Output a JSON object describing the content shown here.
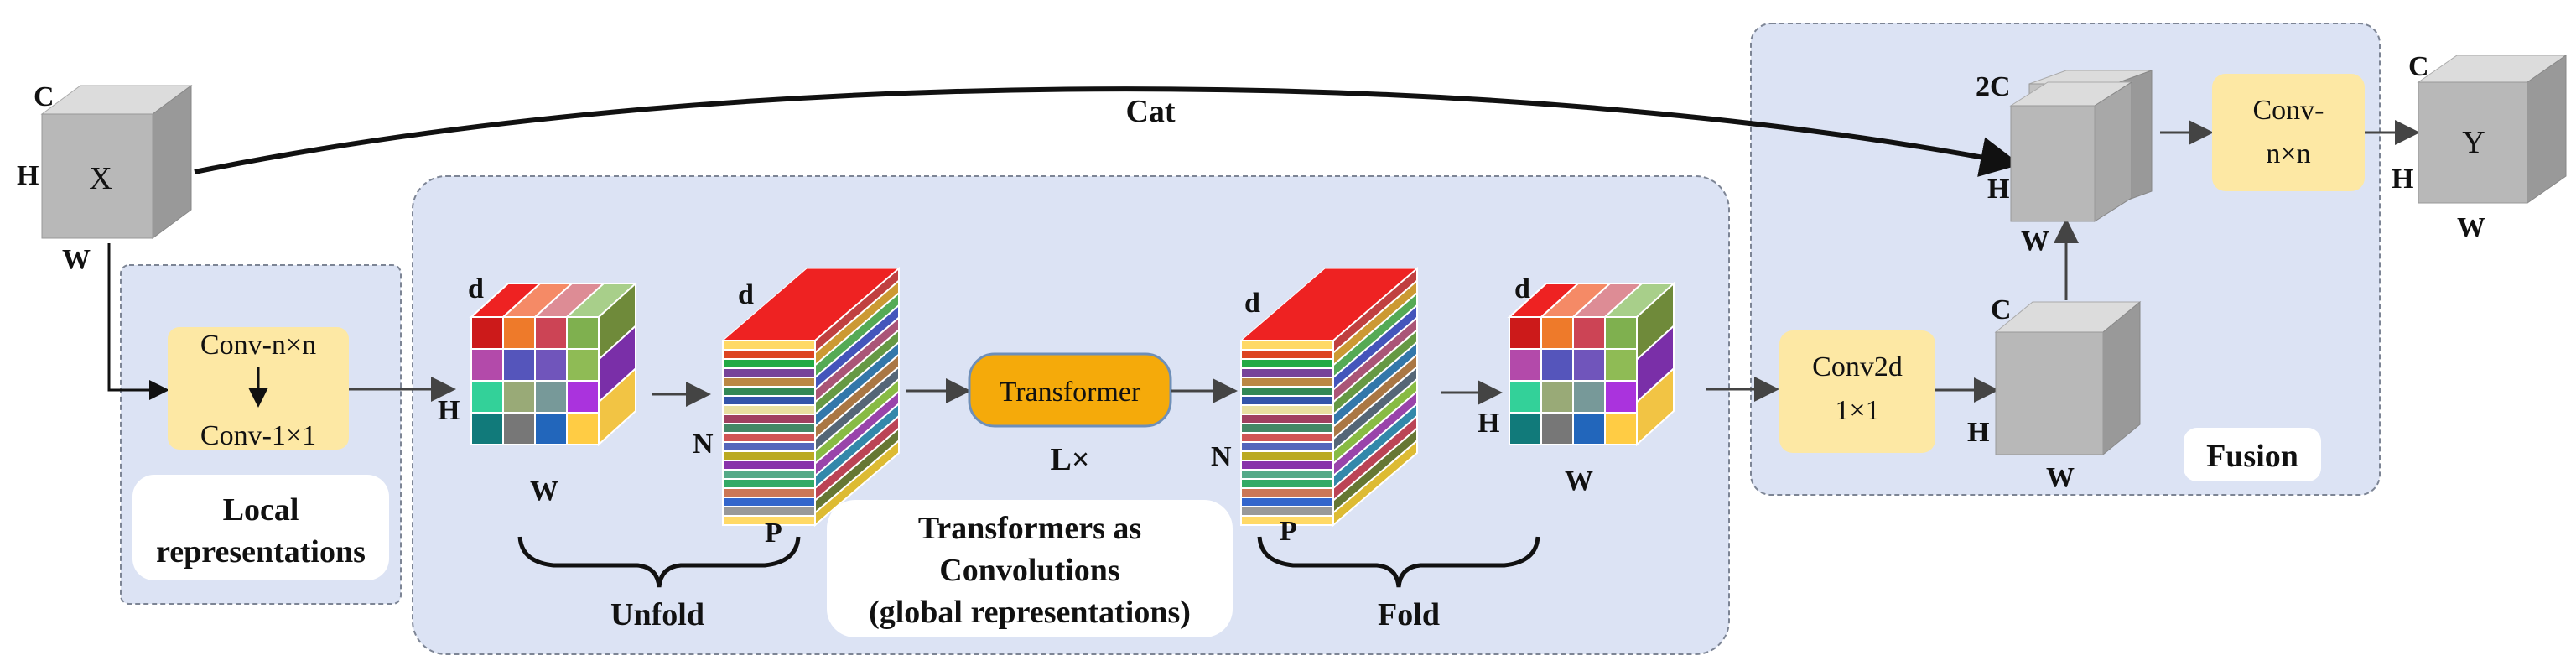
{
  "input": {
    "label": "X",
    "c": "C",
    "h": "H",
    "w": "W"
  },
  "cat_label": "Cat",
  "local": {
    "conv_top": "Conv-n×n",
    "conv_bottom": "Conv-1×1",
    "caption_line1": "Local",
    "caption_line2": "representations"
  },
  "unfold_in": {
    "d": "d",
    "h": "H",
    "w": "W"
  },
  "unfold_out": {
    "d": "d",
    "n": "N",
    "p": "P"
  },
  "unfold_label": "Unfold",
  "transformer": {
    "label": "Transformer",
    "repeat": "L×"
  },
  "global_caption": {
    "line1": "Transformers as",
    "line2": "Convolutions",
    "line3": "(global representations)"
  },
  "fold_in": {
    "d": "d",
    "n": "N",
    "p": "P"
  },
  "fold_out": {
    "d": "d",
    "h": "H",
    "w": "W"
  },
  "fold_label": "Fold",
  "fusion": {
    "conv2d_line1": "Conv2d",
    "conv2d_line2": "1×1",
    "mid": {
      "c": "C",
      "h": "H",
      "w": "W"
    },
    "concat": {
      "c": "2C",
      "h": "H",
      "w": "W"
    },
    "convnn_line1": "Conv-",
    "convnn_line2": "n×n",
    "caption": "Fusion"
  },
  "output": {
    "label": "Y",
    "c": "C",
    "h": "H",
    "w": "W"
  },
  "colors": {
    "panel_fill": "#dce3f4",
    "panel_stroke": "#7d8595",
    "conv_box": "#fde8a4",
    "transformer_box": "#f5aa0a",
    "cube_front": "#b8b8b8",
    "cube_top": "#dcdcdc",
    "cube_side": "#999999",
    "arrow": "#444444"
  },
  "cube_palette": {
    "top": [
      "#ee2222",
      "#f58a66",
      "#dd8c95",
      "#a8cf8a"
    ],
    "side": [
      "#6f8a3a",
      "#7a2fa8",
      "#f2c444"
    ],
    "front": [
      [
        "#cc1a1a",
        "#ee7a2a",
        "#cc4455",
        "#7fb04f"
      ],
      [
        "#b34aaa",
        "#5555bb",
        "#7055bb",
        "#8fbb55"
      ],
      [
        "#33d199",
        "#99aa77",
        "#779999",
        "#aa33dd"
      ],
      [
        "#117a7a",
        "#777777",
        "#2266bb",
        "#ffcc44"
      ]
    ],
    "stack_top": "#ee2222",
    "stack_front": [
      "#ffd966",
      "#dd4422",
      "#22aa44",
      "#774499",
      "#bb8844",
      "#338855",
      "#3355aa",
      "#e8e0a0",
      "#a04060",
      "#448866",
      "#d05555",
      "#5566bb",
      "#bbaa22",
      "#8833aa",
      "#55aa88",
      "#33aa66",
      "#cc7755",
      "#3366cc",
      "#999999",
      "#ffd966"
    ],
    "stack_side": [
      "#c04040",
      "#cc9933",
      "#55aa55",
      "#4455bb",
      "#aa5577",
      "#669944",
      "#3377aa",
      "#aa7744",
      "#556677",
      "#88bb44",
      "#9944aa",
      "#3388aa",
      "#bb4455",
      "#667733",
      "#ddbb33"
    ]
  }
}
